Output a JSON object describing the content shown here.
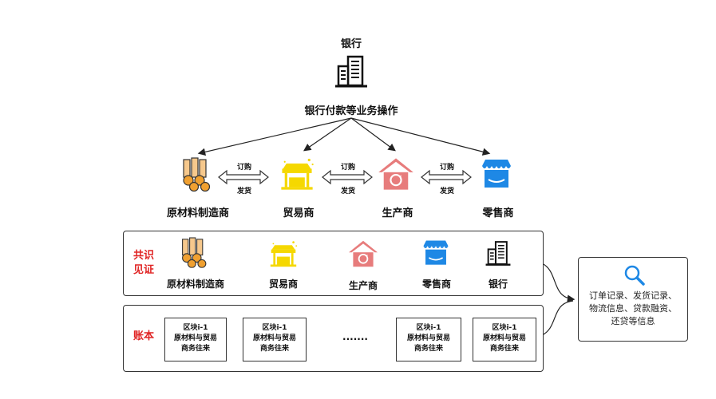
{
  "bank_top": {
    "title": "银行",
    "subtitle": "银行付款等业务操作"
  },
  "parties": [
    {
      "label": "原材料制造商",
      "icon": "logs-icon"
    },
    {
      "label": "贸易商",
      "icon": "shop-stall-icon"
    },
    {
      "label": "生产商",
      "icon": "factory-house-icon"
    },
    {
      "label": "零售商",
      "icon": "store-awning-icon"
    }
  ],
  "exchange": {
    "order": "订购",
    "ship": "发货"
  },
  "consensus": {
    "title_line1": "共识",
    "title_line2": "见证",
    "members": [
      "原材料制造商",
      "贸易商",
      "生产商",
      "零售商",
      "银行"
    ]
  },
  "ledger": {
    "title": "账本",
    "blocks": [
      {
        "title": "区块i-1",
        "line1": "原材料与贸易",
        "line2": "商务往来"
      },
      {
        "title": "区块i-1",
        "line1": "原材料与贸易",
        "line2": "商务往来"
      },
      {
        "title": "区块i-1",
        "line1": "原材料与贸易",
        "line2": "商务往来"
      },
      {
        "title": "区块i-1",
        "line1": "原材料与贸易",
        "line2": "商务往来"
      }
    ],
    "ellipsis": "·······"
  },
  "info_box": {
    "icon": "magnifier-icon",
    "text": "订单记录、发货记录、物流信息、贷款融资、还贷等信息"
  },
  "colors": {
    "accent_red": "#e02424",
    "logs": "#f0a030",
    "stall": "#f5d800",
    "factory": "#e77c7c",
    "store": "#1e88e5",
    "search": "#1e88e5"
  }
}
